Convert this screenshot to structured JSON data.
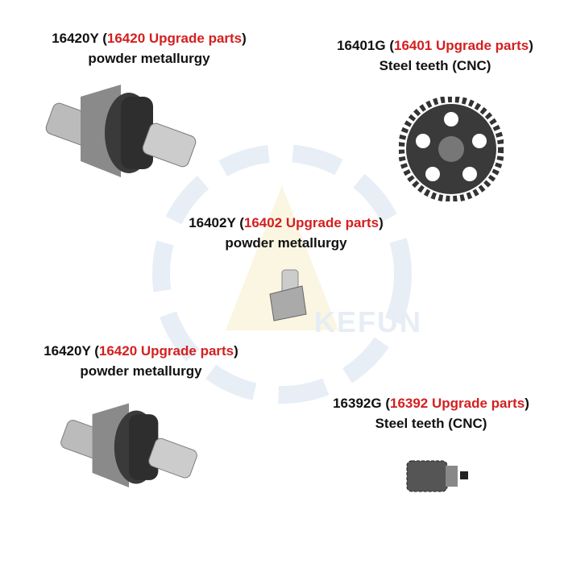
{
  "labels": [
    {
      "code": "16420Y",
      "open": " (",
      "upgrade": "16420 Upgrade parts",
      "close": ")",
      "material": "powder metallurgy"
    },
    {
      "code": "16401G",
      "open": " (",
      "upgrade": "16401 Upgrade parts",
      "close": ")",
      "material": "Steel teeth (CNC)"
    },
    {
      "code": "16402Y",
      "open": " (",
      "upgrade": "16402 Upgrade parts",
      "close": ")",
      "material": "powder metallurgy"
    },
    {
      "code": "16420Y",
      "open": " (",
      "upgrade": "16420 Upgrade parts",
      "close": ")",
      "material": "powder metallurgy"
    },
    {
      "code": "16392G",
      "open": " (",
      "upgrade": "16392 Upgrade parts",
      "close": ")",
      "material": "Steel teeth (CNC)"
    }
  ],
  "watermark": "KEFUN",
  "colors": {
    "accent_red": "#d41f1f",
    "text": "#111111",
    "watermark": "#e6edf5"
  }
}
